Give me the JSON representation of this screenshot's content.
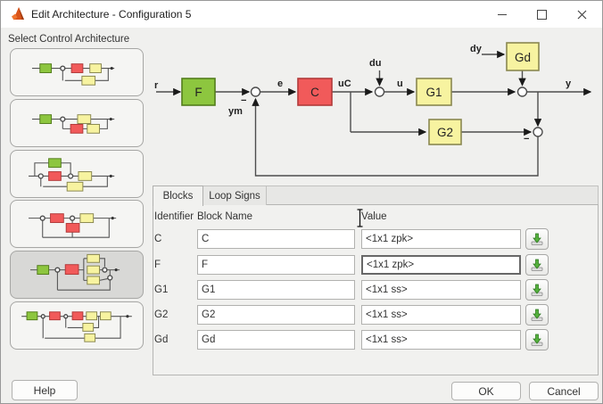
{
  "window": {
    "title": "Edit Architecture - Configuration 5",
    "controls": [
      "minimize",
      "maximize",
      "close"
    ]
  },
  "sidebar": {
    "label": "Select Control Architecture",
    "options": [
      {
        "name": "configuration-1",
        "selected": false
      },
      {
        "name": "configuration-2",
        "selected": false
      },
      {
        "name": "configuration-3",
        "selected": false
      },
      {
        "name": "configuration-4",
        "selected": false
      },
      {
        "name": "configuration-5",
        "selected": true
      },
      {
        "name": "configuration-6",
        "selected": false
      }
    ]
  },
  "diagram": {
    "blocks": {
      "F": "F",
      "C": "C",
      "G1": "G1",
      "G2": "G2",
      "Gd": "Gd"
    },
    "signals": {
      "r": "r",
      "e": "e",
      "ym": "ym",
      "uC": "uC",
      "du": "du",
      "u": "u",
      "dy": "dy",
      "y": "y"
    },
    "minus": "−",
    "colors": {
      "green": "#8DC63F",
      "red": "#F15A5A",
      "yellow": "#F7F3A0"
    }
  },
  "tabs": [
    {
      "label": "Blocks",
      "active": true
    },
    {
      "label": "Loop Signs",
      "active": false
    }
  ],
  "table": {
    "columns": {
      "identifier": "Identifier",
      "block_name": "Block Name",
      "value": "Value"
    },
    "rows": [
      {
        "identifier": "C",
        "block_name": "C",
        "value": "<1x1 zpk>",
        "focused": false
      },
      {
        "identifier": "F",
        "block_name": "F",
        "value": "<1x1 zpk>",
        "focused": true
      },
      {
        "identifier": "G1",
        "block_name": "G1",
        "value": "<1x1 ss>",
        "focused": false
      },
      {
        "identifier": "G2",
        "block_name": "G2",
        "value": "<1x1 ss>",
        "focused": false
      },
      {
        "identifier": "Gd",
        "block_name": "Gd",
        "value": "<1x1 ss>",
        "focused": false
      }
    ],
    "import_icon": "import-arrow-icon"
  },
  "buttons": {
    "help": "Help",
    "ok": "OK",
    "cancel": "Cancel"
  }
}
